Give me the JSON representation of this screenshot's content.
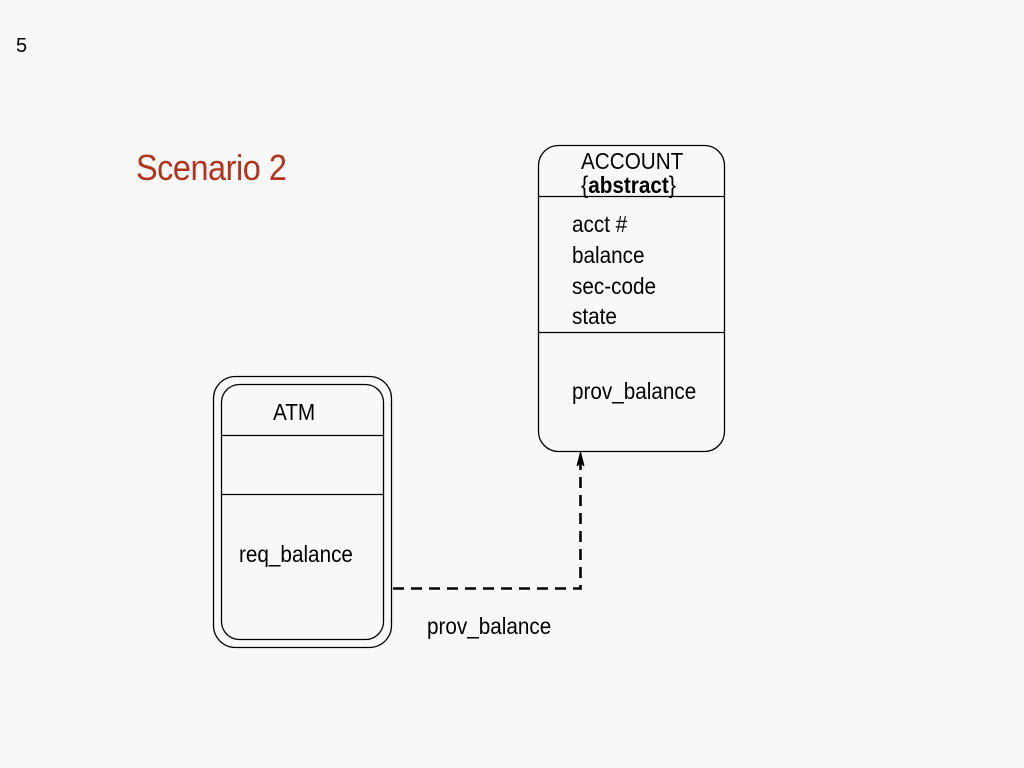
{
  "slide": {
    "number": "5",
    "title": "Scenario 2"
  },
  "account": {
    "name": "ACCOUNT",
    "stereotype_open": "{",
    "stereotype": "abstract",
    "stereotype_close": "}",
    "attributes": [
      "acct #",
      "balance",
      "sec-code",
      "state"
    ],
    "operations": [
      "prov_balance"
    ]
  },
  "atm": {
    "name": "ATM",
    "attributes": [],
    "operations": [
      "req_balance"
    ]
  },
  "message": {
    "label": "prov_balance",
    "from": "ATM",
    "to": "ACCOUNT",
    "style": "dashed-arrow"
  },
  "colors": {
    "background": "#f8f8f8",
    "title": "#b1341f",
    "line": "#000000"
  }
}
